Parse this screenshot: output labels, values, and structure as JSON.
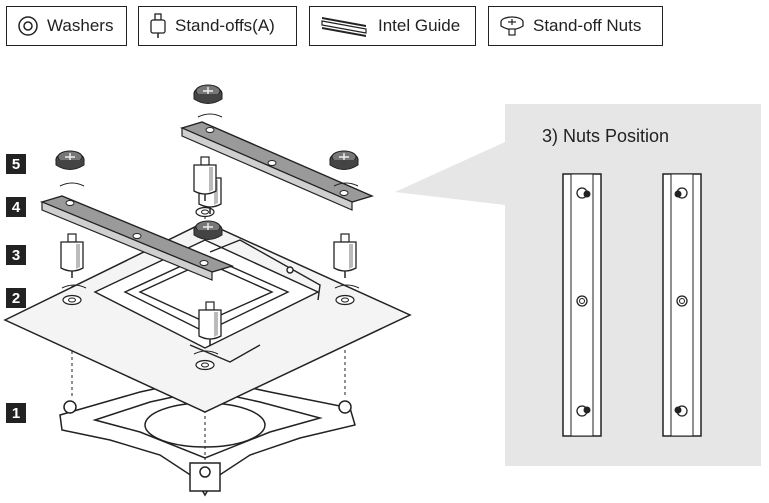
{
  "parts_legend": [
    {
      "label": "Washers",
      "icon": "washer-icon"
    },
    {
      "label": "Stand-offs(A)",
      "icon": "standoff-icon"
    },
    {
      "label": "Intel Guide",
      "icon": "intel-guide-icon"
    },
    {
      "label": "Stand-off Nuts",
      "icon": "standoff-nut-icon"
    }
  ],
  "steps": [
    "1",
    "2",
    "3",
    "4",
    "5"
  ],
  "inset": {
    "title": "3) Nuts Position",
    "background": "#e6e6e6"
  },
  "colors": {
    "line": "#222222",
    "bar_fill": "#9a9a9a",
    "board_fill": "#f4f4f4"
  }
}
